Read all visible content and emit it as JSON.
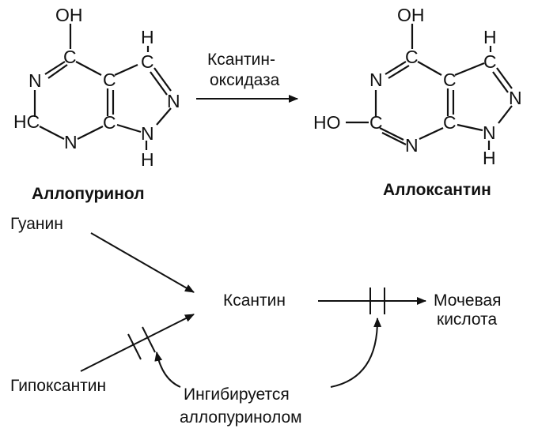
{
  "allopurinol": {
    "name": "Аллопуринол",
    "atoms": {
      "oh": "OH",
      "c_top": "C",
      "n_left": "N",
      "hc": "HC",
      "n_bottom": "N",
      "c_right_top": "C",
      "c_right_bottom": "C",
      "c_five": "C",
      "h_five": "H",
      "n_five": "N",
      "nh": "N",
      "h_nh": "H"
    }
  },
  "reaction": {
    "enzyme_line1": "Ксантин-",
    "enzyme_line2": "оксидаза"
  },
  "alloxanthine": {
    "name": "Аллоксантин",
    "atoms": {
      "oh": "OH",
      "c_top": "C",
      "n_left": "N",
      "ho": "HO",
      "c_left": "C",
      "n_bottom": "N",
      "c_right_top": "C",
      "c_right_bottom": "C",
      "c_five": "C",
      "h_five": "H",
      "n_five": "N",
      "nh": "N",
      "h_nh": "H"
    }
  },
  "pathway": {
    "guanine": "Гуанин",
    "hypoxanthine": "Гипоксантин",
    "xanthine": "Ксантин",
    "uric_acid_line1": "Мочевая",
    "uric_acid_line2": "кислота",
    "inhibited_line1": "Ингибируется",
    "inhibited_line2": "аллопуринолом"
  }
}
